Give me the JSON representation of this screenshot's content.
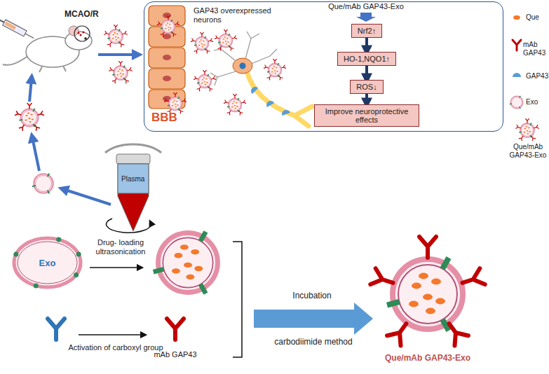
{
  "diagram": {
    "nodes": [
      {
        "text": [
          "GAP43 overexpressed neurons"
        ]
      },
      {
        "text": [
          "Nrf2↑"
        ],
        "in": 0
      },
      {
        "text": [
          "HO-1,NQO1↑"
        ],
        "in": 0
      },
      {
        "text": [
          "ROS↓"
        ],
        "in": 0
      },
      {
        "text": [
          "Improve neuroprotective effects"
        ],
        "in": 0
      },
      {
        "text": [
          "Exo"
        ]
      }
    ],
    "edges": [
      {
        "from": 1,
        "to": 2,
        "arrow": "to"
      },
      {
        "from": 2,
        "to": 3,
        "arrow": "to"
      },
      {
        "from": 3,
        "to": 4,
        "arrow": "to"
      }
    ],
    "labels": [
      "MCAO/R",
      "BBB",
      "Que/mAb GAP43-Exo",
      "Plasma",
      "Drug- loading ultrasonication",
      "Activation of carboxyl group",
      "mAb GAP43",
      "Incubation",
      "carbodiimide method",
      "Que/mAb GAP43-Exo"
    ],
    "legend": [
      {
        "text": "Que"
      },
      {
        "text": "mAb GAP43"
      },
      {
        "text": "GAP43"
      },
      {
        "text": "Exo"
      },
      {
        "text": "Que/mAb GAP43-Exo"
      }
    ]
  }
}
